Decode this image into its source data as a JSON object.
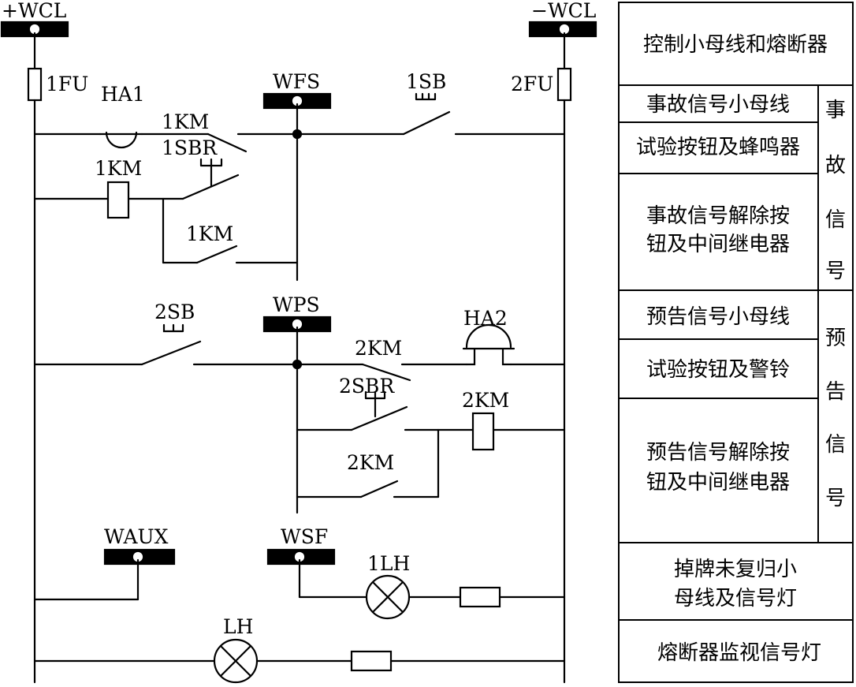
{
  "labels": {
    "pos_bus": "+WCL",
    "neg_bus": "−WCL",
    "fuse1": "1FU",
    "fuse2": "2FU",
    "ha1": "HA1",
    "wfs": "WFS",
    "sb1": "1SB",
    "km1_top": "1KM",
    "sbr1": "1SBR",
    "km1_coil": "1KM",
    "km1_hold": "1KM",
    "sb2": "2SB",
    "wps": "WPS",
    "ha2": "HA2",
    "km2_top": "2KM",
    "sbr2": "2SBR",
    "km2_coil": "2KM",
    "km2_hold": "2KM",
    "waux": "WAUX",
    "wsf": "WSF",
    "lh1": "1LH",
    "lh": "LH"
  },
  "legend": {
    "r1": "控制小母线和熔断器",
    "r2": "事故信号小母线",
    "r3": "试验按钮及蜂鸣器",
    "r4a": "事故信号解除按",
    "r4b": "钮及中间继电器",
    "g1": [
      "事",
      "故",
      "信",
      "号"
    ],
    "r5": "预告信号小母线",
    "r6": "试验按钮及警铃",
    "r7a": "预告信号解除按",
    "r7b": "钮及中间继电器",
    "g2": [
      "预",
      "告",
      "信",
      "号"
    ],
    "r8a": "掉牌未复归小",
    "r8b": "母线及信号灯",
    "r9": "熔断器监视信号灯"
  }
}
